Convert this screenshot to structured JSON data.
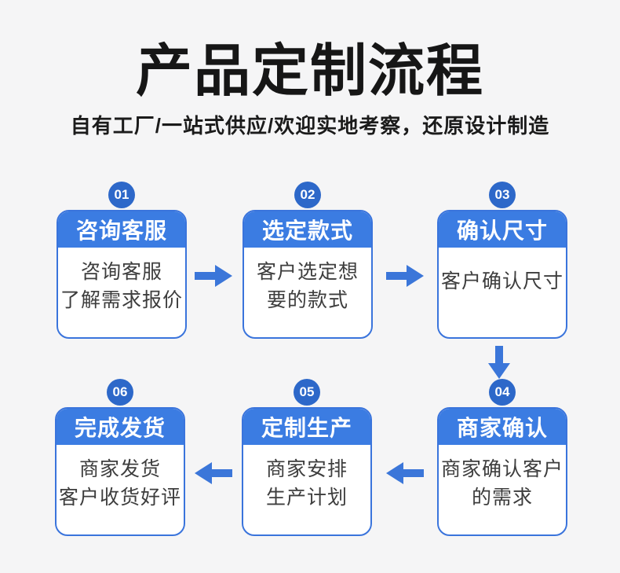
{
  "header": {
    "title": "产品定制流程",
    "subtitle": "自有工厂/一站式供应/欢迎实地考察，还原设计制造"
  },
  "steps": [
    {
      "num": "01",
      "title": "咨询客服",
      "desc": "咨询客服\n了解需求报价"
    },
    {
      "num": "02",
      "title": "选定款式",
      "desc": "客户选定想\n要的款式"
    },
    {
      "num": "03",
      "title": "确认尺寸",
      "desc": "客户确认尺寸"
    },
    {
      "num": "04",
      "title": "商家确认",
      "desc": "商家确认客户\n的需求"
    },
    {
      "num": "05",
      "title": "定制生产",
      "desc": "商家安排\n生产计划"
    },
    {
      "num": "06",
      "title": "完成发货",
      "desc": "商家发货\n客户收货好评"
    }
  ],
  "flow": {
    "direction_row1": "left-to-right",
    "direction_row2": "right-to-left"
  },
  "colors": {
    "header_blue": "#3b7ce2",
    "badge_blue": "#2d68c9",
    "arrow_blue": "#3b76d9",
    "card_border": "#3a74dc",
    "title_text": "#161616",
    "body_text": "#3d3d3d",
    "background": "#f5f5f6"
  }
}
